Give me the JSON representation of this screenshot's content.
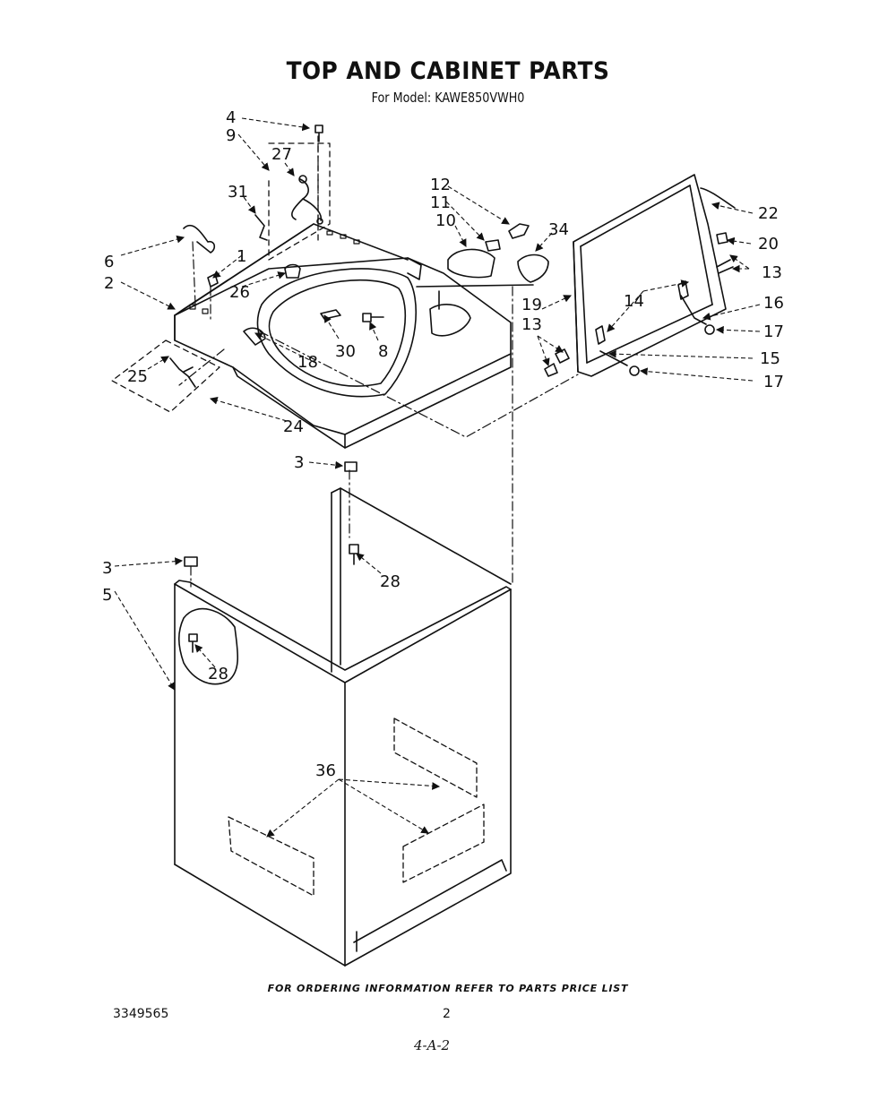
{
  "title": "TOP AND CABINET PARTS",
  "subtitle": "For Model: KAWE850VWH0",
  "callouts": {
    "c4": "4",
    "c9": "9",
    "c27": "27",
    "c31": "31",
    "c12": "12",
    "c11": "11",
    "c10": "10",
    "c34": "34",
    "c22": "22",
    "c20": "20",
    "c13a": "13",
    "c16": "16",
    "c17a": "17",
    "c15": "15",
    "c17b": "17",
    "c14": "14",
    "c19": "19",
    "c13b": "13",
    "c6": "6",
    "c1": "1",
    "c2": "2",
    "c26": "26",
    "c30": "30",
    "c8": "8",
    "c18": "18",
    "c25": "25",
    "c24": "24",
    "c3a": "3",
    "c28a": "28",
    "c3b": "3",
    "c5": "5",
    "c28b": "28",
    "c36": "36"
  },
  "footer": "FOR ORDERING INFORMATION REFER TO PARTS PRICE LIST",
  "doc_number": "3349565",
  "page_number": "2",
  "hand_note": "4-A-2"
}
